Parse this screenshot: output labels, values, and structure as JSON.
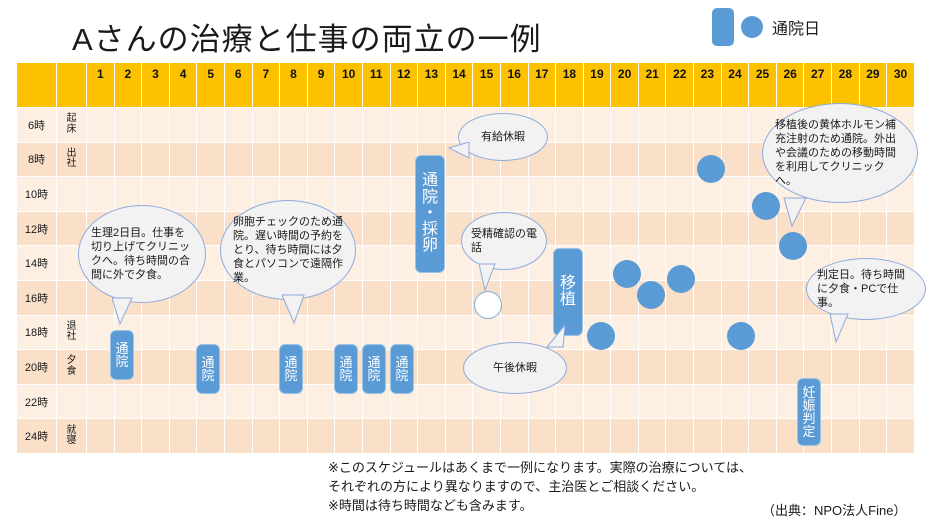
{
  "title": "Aさんの治療と仕事の両立の一例",
  "legend": {
    "bar_icon": "blue-rounded-bar",
    "dot_icon": "blue-circle",
    "label": "通院日"
  },
  "grid": {
    "day_columns": [
      "1",
      "2",
      "3",
      "4",
      "5",
      "6",
      "7",
      "8",
      "9",
      "10",
      "11",
      "12",
      "13",
      "14",
      "15",
      "16",
      "17",
      "18",
      "19",
      "20",
      "21",
      "22",
      "23",
      "24",
      "25",
      "26",
      "27",
      "28",
      "29",
      "30"
    ],
    "rows": [
      {
        "time": "6時",
        "event": "起床"
      },
      {
        "time": "8時",
        "event": "出社"
      },
      {
        "time": "10時",
        "event": ""
      },
      {
        "time": "12時",
        "event": ""
      },
      {
        "time": "14時",
        "event": ""
      },
      {
        "time": "16時",
        "event": ""
      },
      {
        "time": "18時",
        "event": "退社"
      },
      {
        "time": "20時",
        "event": "夕食"
      },
      {
        "time": "22時",
        "event": ""
      },
      {
        "time": "24時",
        "event": "就寝"
      }
    ]
  },
  "pills": [
    {
      "id": "p1",
      "text": "通院",
      "day": 2
    },
    {
      "id": "p2",
      "text": "通院",
      "day": 5
    },
    {
      "id": "p3",
      "text": "通院",
      "day": 8
    },
    {
      "id": "p4",
      "text": "通院",
      "day": 10
    },
    {
      "id": "p5",
      "text": "通院",
      "day": 11
    },
    {
      "id": "p6",
      "text": "通院",
      "day": 12
    },
    {
      "id": "p7",
      "text": "通院・採卵",
      "day": 13
    },
    {
      "id": "p8",
      "text": "移植",
      "day": 18
    },
    {
      "id": "p9",
      "text": "妊娠判定",
      "day": 26
    }
  ],
  "dots": [
    {
      "id": "d1",
      "day": 23,
      "filled": true
    },
    {
      "id": "d2",
      "day": 25,
      "filled": true
    },
    {
      "id": "d3",
      "day": 26,
      "filled": true
    },
    {
      "id": "d4",
      "day": 21,
      "filled": true
    },
    {
      "id": "d5",
      "day": 19,
      "filled": true
    },
    {
      "id": "d6",
      "day": 20,
      "filled": true
    },
    {
      "id": "d7",
      "day": 18,
      "filled": true
    },
    {
      "id": "d8",
      "day": 24,
      "filled": true
    },
    {
      "id": "d9",
      "day": 15,
      "filled": false
    }
  ],
  "bubbles": {
    "b1": "生理2日目。仕事を切り上げてクリニックへ。待ち時間の合間に外で夕食。",
    "b2": "卵胞チェックのため通院。遅い時間の予約をとり、待ち時間には夕食とパソコンで遠隔作業。",
    "b3": "有給休暇",
    "b4": "受精確認の電話",
    "b5": "午後休暇",
    "b6": "移植後の黄体ホルモン補充注射のため通院。外出や会議のための移動時間を利用してクリニックへ。",
    "b7": "判定日。待ち時間に夕食・PCで仕事。"
  },
  "footnotes": {
    "line1": "※このスケジュールはあくまで一例になります。実際の治療については、",
    "line2": "それぞれの方により異なりますので、主治医とご相談ください。",
    "line3": "※時間は待ち時間なども含みます。",
    "source": "（出典：NPO法人Fine）"
  },
  "colors": {
    "header_yellow": "#fcc200",
    "row_light": "#fdf0e2",
    "row_dark": "#fae0c8",
    "accent_blue": "#5b9bd5",
    "bubble_fill": "#f2f2f2",
    "bubble_border": "#8faadc"
  }
}
